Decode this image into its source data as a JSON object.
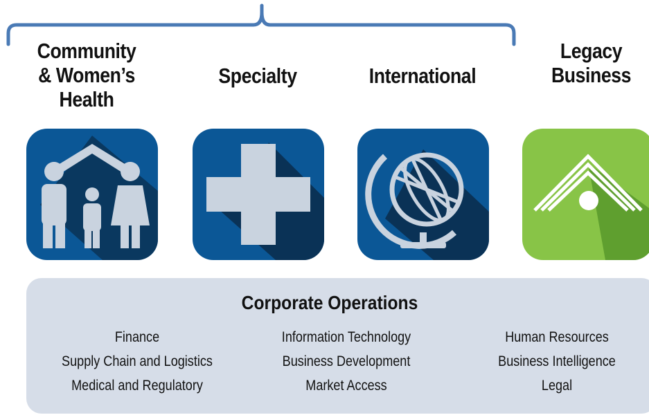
{
  "segments": [
    {
      "label_lines": [
        "Community",
        "& Women’s",
        "Health"
      ],
      "icon": "family-house-icon"
    },
    {
      "label_lines": [
        "Specialty"
      ],
      "icon": "medical-cross-icon"
    },
    {
      "label_lines": [
        "International"
      ],
      "icon": "globe-icon"
    },
    {
      "label_lines": [
        "Legacy",
        "Business"
      ],
      "icon": "roof-house-icon"
    }
  ],
  "corporate_operations": {
    "title": "Corporate Operations",
    "columns": [
      [
        "Finance",
        "Supply Chain and Logistics",
        "Medical and Regulatory"
      ],
      [
        "Information Technology",
        "Business Development",
        "Market Access"
      ],
      [
        "Human Resources",
        "Business Intelligence",
        "Legal"
      ]
    ]
  },
  "colors": {
    "bracket": "#4a7ab5",
    "blue_tile": "#0b5796",
    "blue_shadow": "#0a3256",
    "icon_fill": "#c9d3df",
    "green_tile": "#88c447",
    "green_shadow": "#5f9f2f",
    "ops_panel": "#d6dde8"
  }
}
